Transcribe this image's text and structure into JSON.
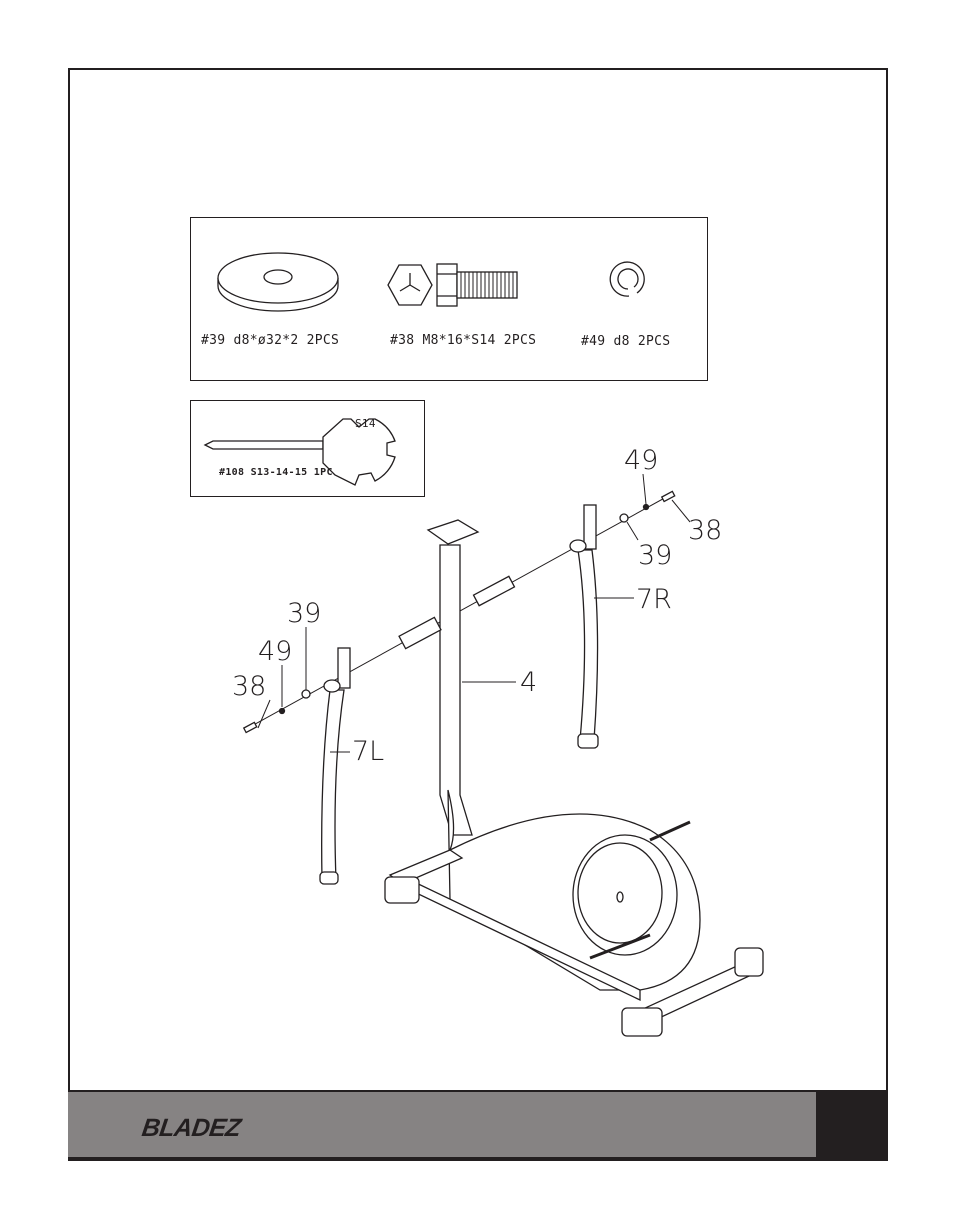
{
  "hardware_box": {
    "items": [
      {
        "label": "#39 d8*ø32*2 2PCS",
        "icon": "washer-icon"
      },
      {
        "label": "#38 M8*16*S14 2PCS",
        "icon": "hex-bolt-icon"
      },
      {
        "label": "#49 d8 2PCS",
        "icon": "spring-washer-icon"
      }
    ]
  },
  "tool_box": {
    "label": "#108 S13-14-15 1PC",
    "wrench_marking": "S14"
  },
  "callouts": {
    "right_spring_washer": "49",
    "right_bolt": "38",
    "right_washer": "39",
    "right_arm": "7R",
    "main_post": "4",
    "left_washer": "39",
    "left_spring_washer": "49",
    "left_bolt": "38",
    "left_arm": "7L"
  },
  "footer": {
    "brand": "BLADEZ",
    "colors": {
      "band": "#868383",
      "dark": "#231f20"
    }
  }
}
